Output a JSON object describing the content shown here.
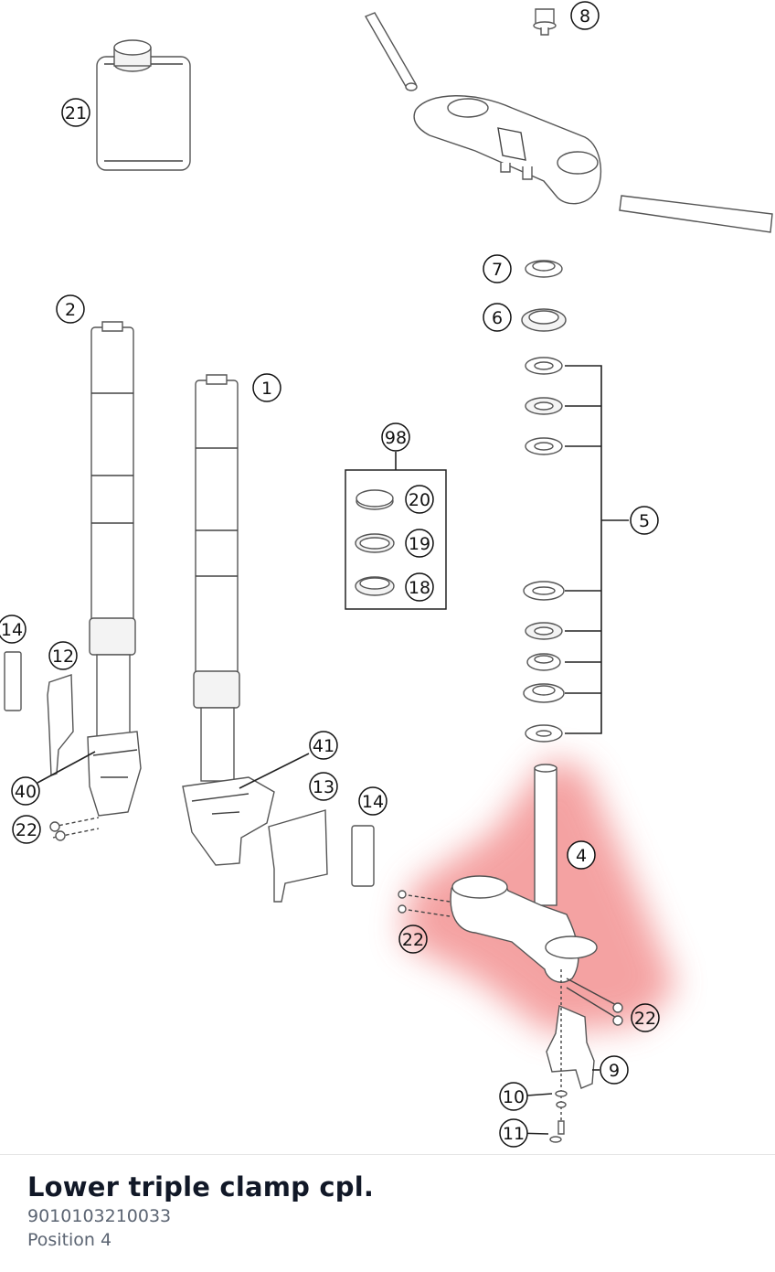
{
  "part": {
    "title": "Lower triple clamp cpl.",
    "part_number": "9010103210033",
    "position_label": "Position 4"
  },
  "highlight_color": "#f28b8b",
  "callouts": {
    "c1": "1",
    "c2": "2",
    "c4": "4",
    "c5": "5",
    "c6": "6",
    "c7": "7",
    "c8": "8",
    "c9": "9",
    "c10": "10",
    "c11": "11",
    "c12": "12",
    "c13": "13",
    "c14a": "14",
    "c14b": "14",
    "c18": "18",
    "c19": "19",
    "c20": "20",
    "c21": "21",
    "c22a": "22",
    "c22b": "22",
    "c22c": "22",
    "c40": "40",
    "c41": "41",
    "c98": "98"
  }
}
